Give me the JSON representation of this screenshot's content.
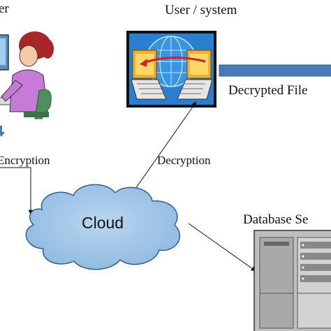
{
  "labels": {
    "user_partial": "er",
    "user_system": "User / system",
    "decrypted_file": "Decrypted File",
    "encryption": "Encryption",
    "decryption": "Decryption",
    "cloud": "Cloud",
    "database_server": "Database Se"
  },
  "colors": {
    "cloud_fill": "#9dc3e6",
    "cloud_stroke": "#2e5f91",
    "arrow_blue": "#4a7bb7",
    "computer_bg": "#2a7fd0",
    "folder": "#f0b030",
    "red_arrow": "#d0232a",
    "server": "#bfbfbf",
    "person_top": "#c77ad6",
    "person_hair": "#a8262a"
  },
  "icons": {
    "user_figure": "woman-at-computer-icon",
    "system": "computers-globe-icon",
    "server": "database-server-icon"
  }
}
